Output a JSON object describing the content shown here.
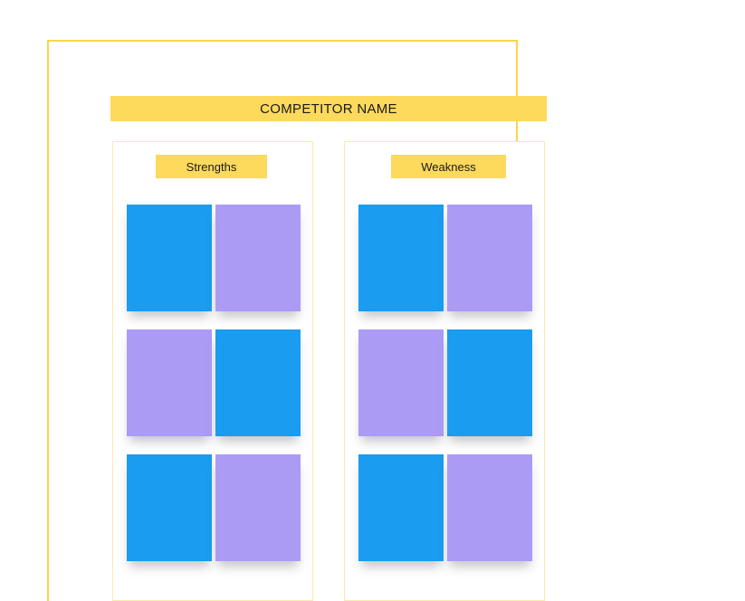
{
  "theme": {
    "frame_color": "#FBD34D",
    "panel_border_color": "#FCE9AE",
    "accent_yellow": "#FDD95C",
    "card_blue": "#1A9CF0",
    "card_purple": "#AB9BF5",
    "background": "#FFFFFF"
  },
  "header": {
    "title": "COMPETITOR NAME"
  },
  "panels": [
    {
      "id": "strengths",
      "label": "Strengths",
      "cards": [
        {
          "color": "blue"
        },
        {
          "color": "purple"
        },
        {
          "color": "purple"
        },
        {
          "color": "blue"
        },
        {
          "color": "blue"
        },
        {
          "color": "purple"
        }
      ]
    },
    {
      "id": "weakness",
      "label": "Weakness",
      "cards": [
        {
          "color": "blue"
        },
        {
          "color": "purple"
        },
        {
          "color": "purple"
        },
        {
          "color": "blue"
        },
        {
          "color": "blue"
        },
        {
          "color": "purple"
        }
      ]
    }
  ]
}
